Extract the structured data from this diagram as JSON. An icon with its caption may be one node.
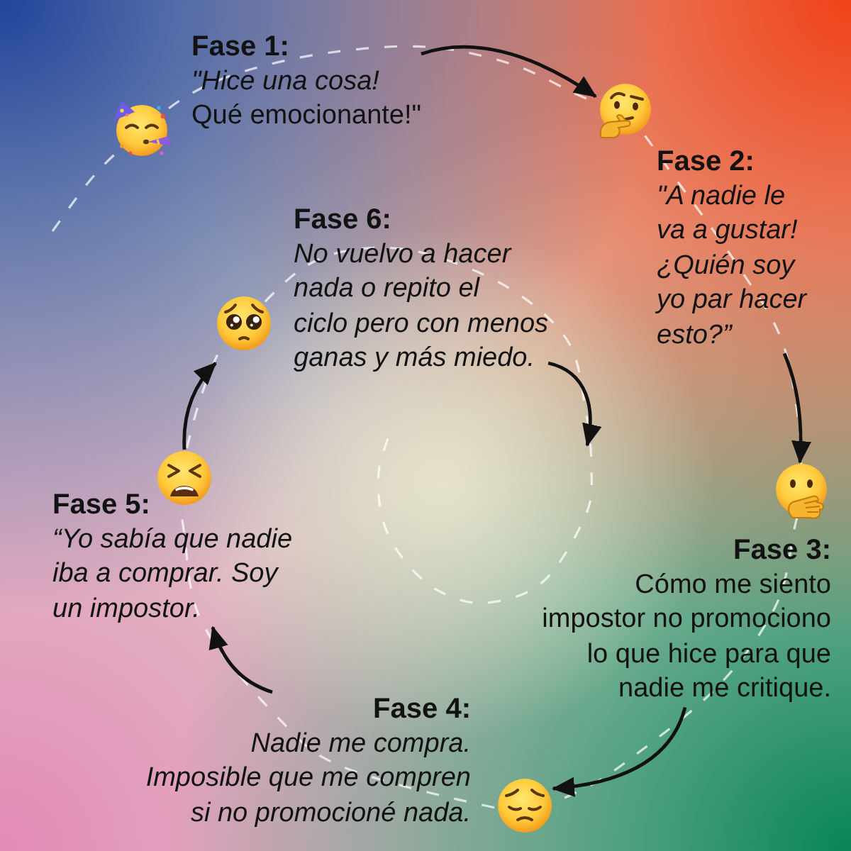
{
  "diagram": {
    "nodes": [
      {
        "text": [
          "Fase 1:",
          "*\"Hice una cosa!* Qué emocionante!\""
        ]
      },
      {
        "text": [
          "Fase 2:",
          "\"A nadie le va a gustar! ¿Quién soy yo par hacer esto?”"
        ]
      },
      {
        "text": [
          "Fase 3:",
          "Cómo me siento impostor no promociono lo que hice para que nadie me critique."
        ]
      },
      {
        "text": [
          "Fase 4:",
          "Nadie me compra. Imposible que me compren si no promocioné nada."
        ]
      },
      {
        "text": [
          "Fase 5:",
          "“Yo sabía que nadie iba a comprar. Soy un impostor."
        ]
      },
      {
        "text": [
          "Fase 6:",
          "No vuelvo a hacer nada o repito el ciclo pero con menos ganas y más miedo."
        ]
      }
    ],
    "edges": [
      {
        "from": 0,
        "to": 1,
        "arrow": "to"
      },
      {
        "from": 1,
        "to": 2,
        "arrow": "to"
      },
      {
        "from": 2,
        "to": 3,
        "arrow": "to"
      },
      {
        "from": 3,
        "to": 4,
        "arrow": "to"
      },
      {
        "from": 4,
        "to": 5,
        "arrow": "to"
      },
      {
        "from": 5,
        "to": null,
        "arrow": "to"
      }
    ]
  }
}
